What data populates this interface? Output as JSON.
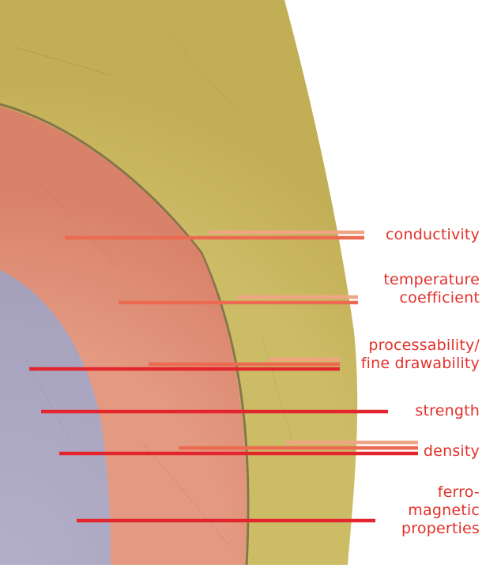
{
  "diagram": {
    "colors": {
      "outer_layer": "#c9b75d",
      "middle_layer": "#df8a72",
      "core": "#aba6c1",
      "label_text": "#e2312a",
      "line_dark": "#e3262d",
      "line_mid": "#ec6a50",
      "line_light": "#efa583",
      "background": "#ffffff"
    },
    "layers": [
      {
        "name": "outer-layer",
        "color": "#c9b75d"
      },
      {
        "name": "middle-layer",
        "color": "#df8a72"
      },
      {
        "name": "core",
        "color": "#aba6c1"
      }
    ],
    "properties": [
      {
        "key": "conductivity",
        "lines": [
          "light",
          "mid"
        ],
        "text": [
          "conductivity"
        ]
      },
      {
        "key": "temperature-coefficient",
        "lines": [
          "light",
          "mid"
        ],
        "text": [
          "temperature",
          "coefficient"
        ]
      },
      {
        "key": "processability",
        "lines": [
          "light",
          "mid",
          "dark"
        ],
        "text": [
          "processability/",
          "fine drawability"
        ]
      },
      {
        "key": "strength",
        "lines": [
          "dark"
        ],
        "text": [
          "strength"
        ]
      },
      {
        "key": "density",
        "lines": [
          "light",
          "mid",
          "dark"
        ],
        "text": [
          "density"
        ]
      },
      {
        "key": "ferromagnetic",
        "lines": [
          "dark"
        ],
        "text": [
          "ferro-",
          "magnetic",
          "properties"
        ]
      }
    ]
  }
}
